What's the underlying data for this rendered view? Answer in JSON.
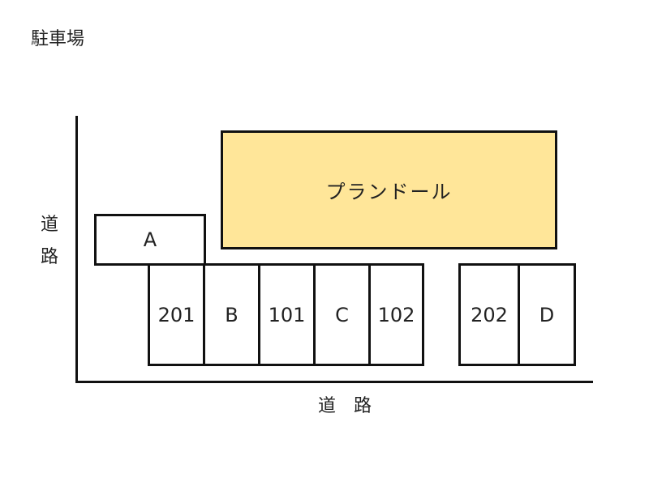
{
  "title": "駐車場",
  "road_left_label": "道\n路",
  "road_bottom_label": "道　路",
  "building_name": "プランドール",
  "slots": {
    "a": "A",
    "s201": "201",
    "b": "B",
    "s101": "101",
    "c": "C",
    "s102": "102",
    "s202": "202",
    "d": "D"
  },
  "colors": {
    "building_fill": "#ffe699",
    "outline": "#111111"
  }
}
